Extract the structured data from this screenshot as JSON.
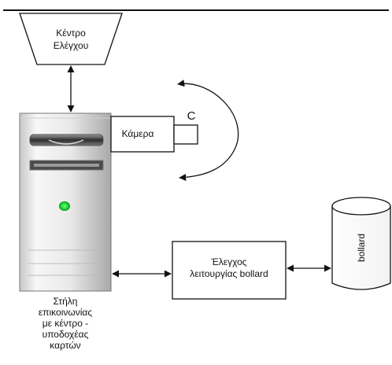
{
  "diagram": {
    "control_center": {
      "line1": "Κέντρο",
      "line2": "Ελέγχου"
    },
    "camera": {
      "label": "Κάμερα",
      "marker": "C"
    },
    "bollard_control": {
      "line1": "Έλεγχος",
      "line2": "λειτουργίας bollard"
    },
    "bollard": {
      "label": "bollard"
    },
    "column_caption": {
      "line1": "Στήλη",
      "line2": "επικοινωνίας",
      "line3": "με κέντρο -",
      "line4": "υποδοχέας",
      "line5": "καρτών"
    },
    "colors": {
      "stroke": "#111111",
      "box_fill": "#ffffff",
      "tower_light": "#f4f4f4",
      "tower_dark": "#b9b9b9",
      "slot_dark": "#3a3a3a",
      "led": "#14d02a"
    }
  }
}
